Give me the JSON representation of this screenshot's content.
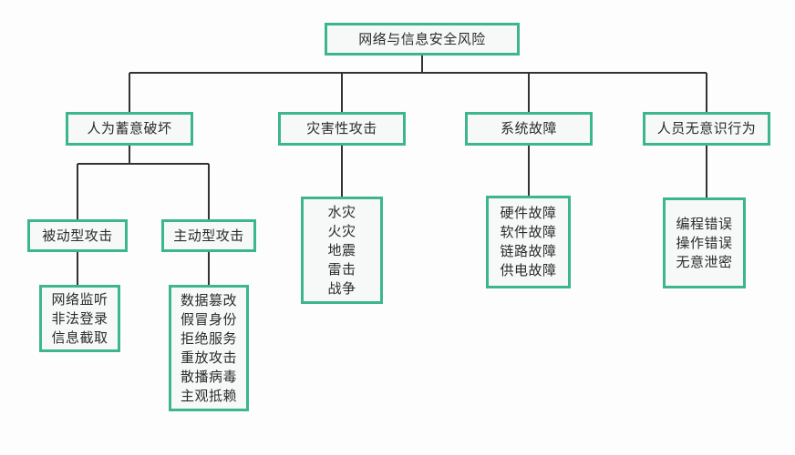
{
  "diagram": {
    "title": "网络与信息安全风险",
    "type": "tree-hierarchy",
    "colors": {
      "node_border": "#3cb68b",
      "node_fill": "#f7f8f8",
      "connector": "#333333",
      "text": "#2b2b2b",
      "background": "#fdfdfd"
    },
    "root": {
      "label": "网络与信息安全风险"
    },
    "level2": [
      {
        "label": "人为蓄意破坏"
      },
      {
        "label": "灾害性攻击"
      },
      {
        "label": "系统故障"
      },
      {
        "label": "人员无意识行为"
      }
    ],
    "level3": [
      {
        "label": "被动型攻击"
      },
      {
        "label": "主动型攻击"
      }
    ],
    "leaves": {
      "passive_attack": {
        "items": [
          "网络监听",
          "非法登录",
          "信息截取"
        ]
      },
      "active_attack": {
        "items": [
          "数据篡改",
          "假冒身份",
          "拒绝服务",
          "重放攻击",
          "散播病毒",
          "主观抵赖"
        ]
      },
      "disaster_attack": {
        "items": [
          "水灾",
          "火灾",
          "地震",
          "雷击",
          "战争"
        ]
      },
      "system_fault": {
        "items": [
          "硬件故障",
          "软件故障",
          "链路故障",
          "供电故障"
        ]
      },
      "human_unintentional": {
        "items": [
          "编程错误",
          "操作错误",
          "无意泄密"
        ]
      }
    }
  }
}
